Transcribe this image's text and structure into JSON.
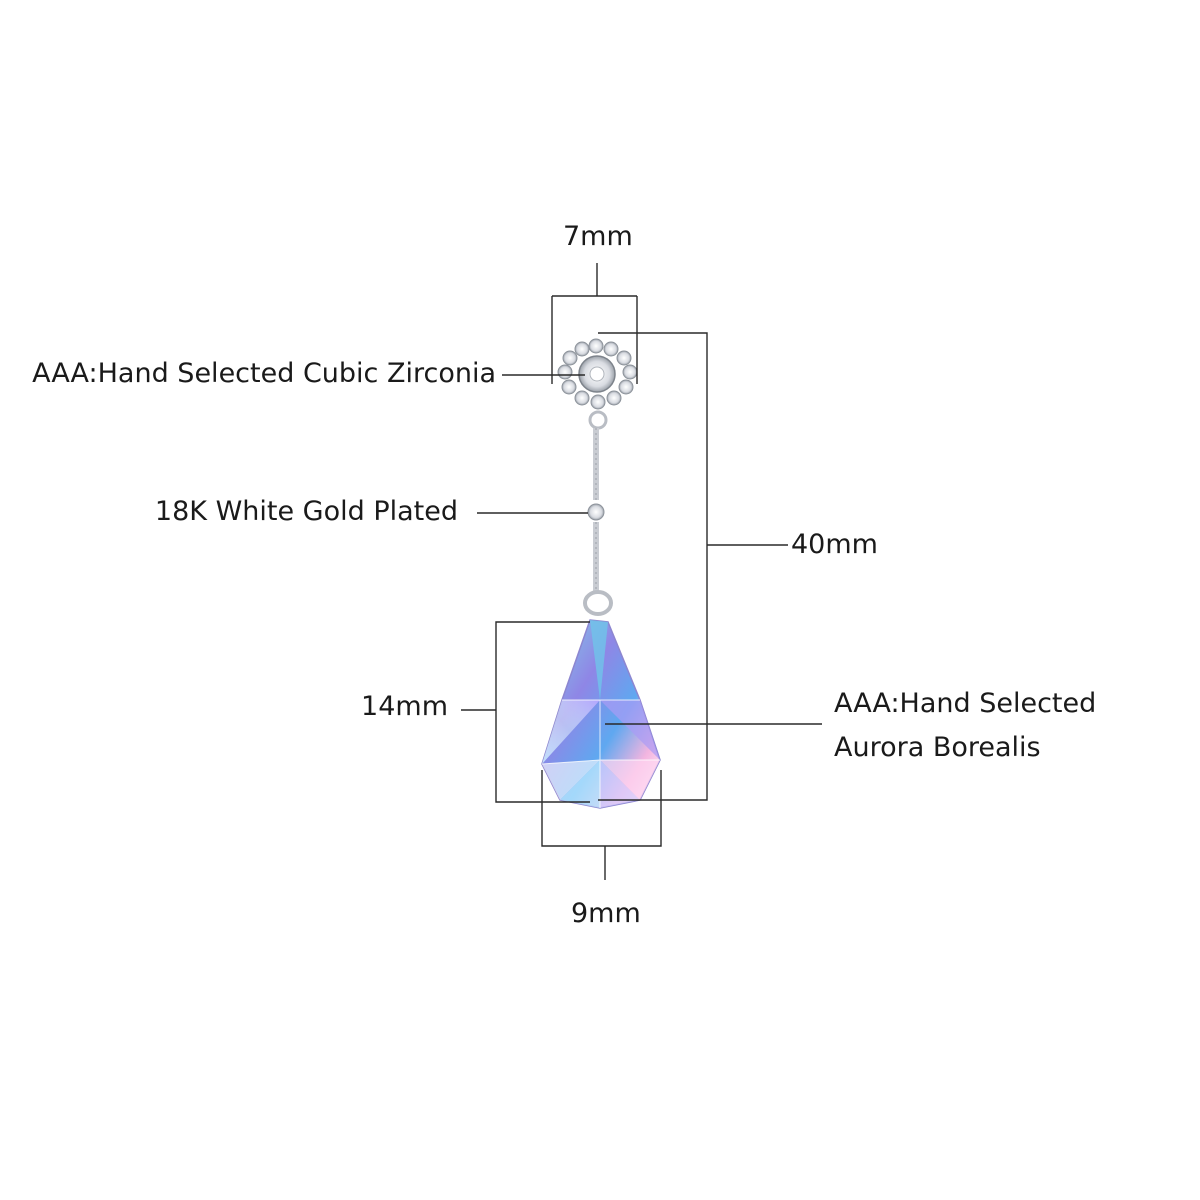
{
  "labels": {
    "top_width": "7mm",
    "cubic_zirconia": "AAA:Hand Selected Cubic Zirconia",
    "plating": "18K White Gold Plated",
    "total_length": "40mm",
    "pendant_height": "14mm",
    "aurora_line1": "AAA:Hand Selected",
    "aurora_line2": "Aurora Borealis",
    "pendant_width": "9mm"
  },
  "colors": {
    "line": "#2a2a2a",
    "silver": "#c9ccd2",
    "crystal_violet": "#8f86e6",
    "crystal_blue": "#5fa8f0",
    "crystal_teal": "#7fd6e6",
    "crystal_pink": "#f3b5e0"
  }
}
